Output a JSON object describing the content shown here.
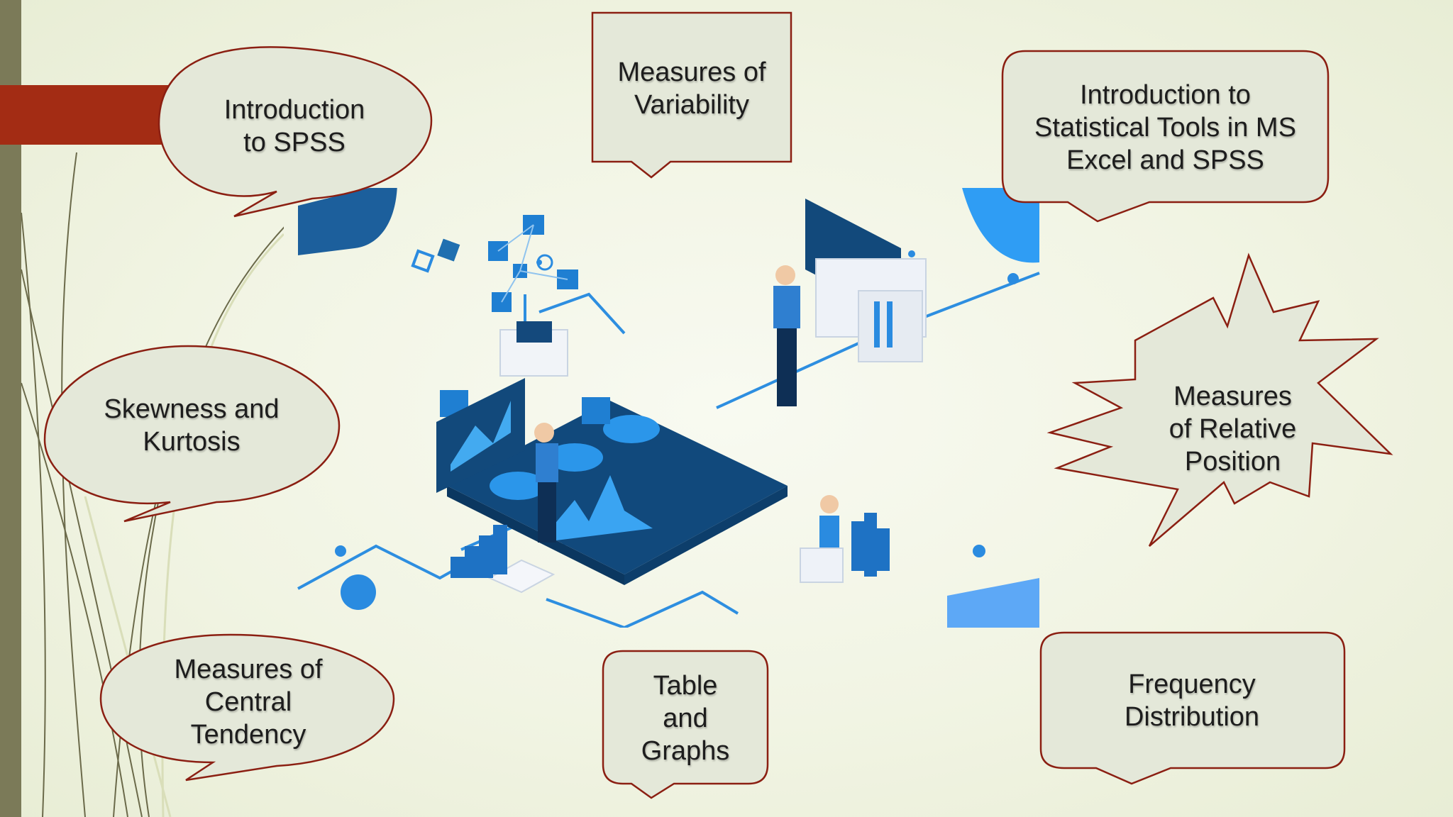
{
  "slide": {
    "topics": {
      "intro_spss": "Introduction\nto SPSS",
      "variability": "Measures of\nVariability",
      "statistical_tools": "Introduction to\nStatistical Tools in MS\nExcel and SPSS",
      "skewness": "Skewness and\nKurtosis",
      "relative_position": "Measures\nof Relative\nPosition",
      "central_tendency": "Measures of\nCentral\nTendency",
      "table_graphs": "Table\nand\nGraphs",
      "frequency": "Frequency\nDistribution"
    },
    "colors": {
      "background": "#f1f4e3",
      "callout_fill": "#e4e8d9",
      "callout_border": "#8b1f12",
      "accent_red": "#a32c14",
      "left_strip": "#7b7a58",
      "illustration_blue": "#1f6fb0"
    }
  }
}
